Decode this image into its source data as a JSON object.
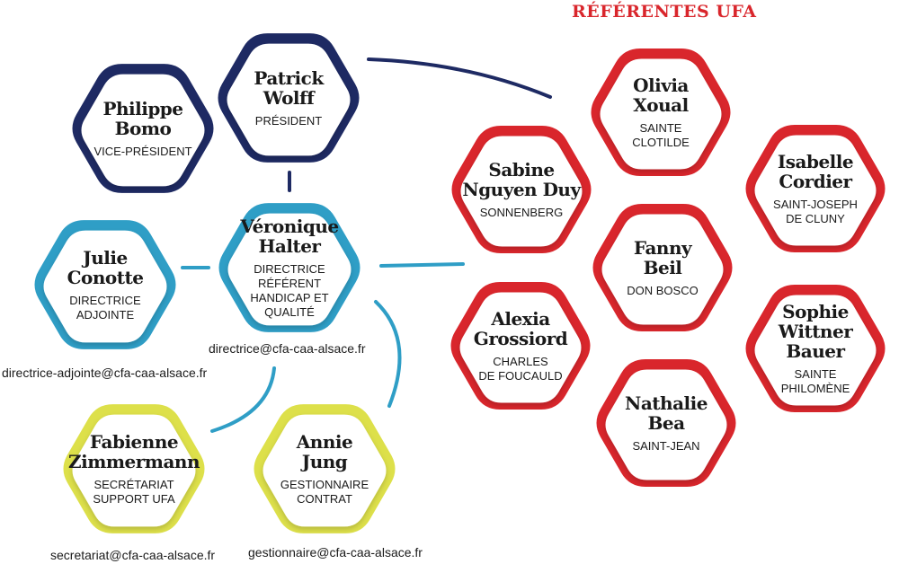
{
  "title": "RÉFÉRENTES UFA",
  "colors": {
    "navy": "#1e2a63",
    "blue": "#2f9ec6",
    "yellow": "#dde04a",
    "red": "#d9262c"
  },
  "people": [
    {
      "id": "philippe",
      "name1": "Philippe",
      "name2": "Bomo",
      "role": [
        "VICE-PRÉSIDENT"
      ]
    },
    {
      "id": "patrick",
      "name1": "Patrick",
      "name2": "Wolff",
      "role": [
        "PRÉSIDENT"
      ]
    },
    {
      "id": "veronique",
      "name1": "Véronique",
      "name2": "Halter",
      "role": [
        "DIRECTRICE",
        "RÉFÉRENT",
        "HANDICAP ET",
        "QUALITÉ"
      ]
    },
    {
      "id": "julie",
      "name1": "Julie",
      "name2": "Conotte",
      "role": [
        "DIRECTRICE",
        "ADJOINTE"
      ]
    },
    {
      "id": "fabienne",
      "name1": "Fabienne",
      "name2": "Zimmermann",
      "role": [
        "SECRÉTARIAT",
        "SUPPORT UFA"
      ]
    },
    {
      "id": "annie",
      "name1": "Annie",
      "name2": "Jung",
      "role": [
        "GESTIONNAIRE",
        "CONTRAT"
      ]
    },
    {
      "id": "olivia",
      "name1": "Olivia",
      "name2": "Xoual",
      "role": [
        "SAINTE",
        "CLOTILDE"
      ]
    },
    {
      "id": "sabine",
      "name1": "Sabine",
      "name2": "Nguyen Duy",
      "role": [
        "SONNENBERG"
      ]
    },
    {
      "id": "isabelle",
      "name1": "Isabelle",
      "name2": "Cordier",
      "role": [
        "SAINT-JOSEPH",
        "DE CLUNY"
      ]
    },
    {
      "id": "fanny",
      "name1": "Fanny",
      "name2": "Beil",
      "role": [
        "DON BOSCO"
      ]
    },
    {
      "id": "alexia",
      "name1": "Alexia",
      "name2": "Grossiord",
      "role": [
        "CHARLES",
        "DE FOUCAULD"
      ]
    },
    {
      "id": "sophie",
      "name1": "Sophie",
      "name2": "Wittner",
      "name3": "Bauer",
      "role": [
        "SAINTE",
        "PHILOMÈNE"
      ]
    },
    {
      "id": "nathalie",
      "name1": "Nathalie",
      "name2": "Bea",
      "role": [
        "SAINT-JEAN"
      ]
    }
  ],
  "emails": {
    "directrice": "directrice@cfa-caa-alsace.fr",
    "adjointe": "directrice-adjointe@cfa-caa-alsace.fr",
    "secretariat": "secretariat@cfa-caa-alsace.fr",
    "gestionnaire": "gestionnaire@cfa-caa-alsace.fr"
  }
}
